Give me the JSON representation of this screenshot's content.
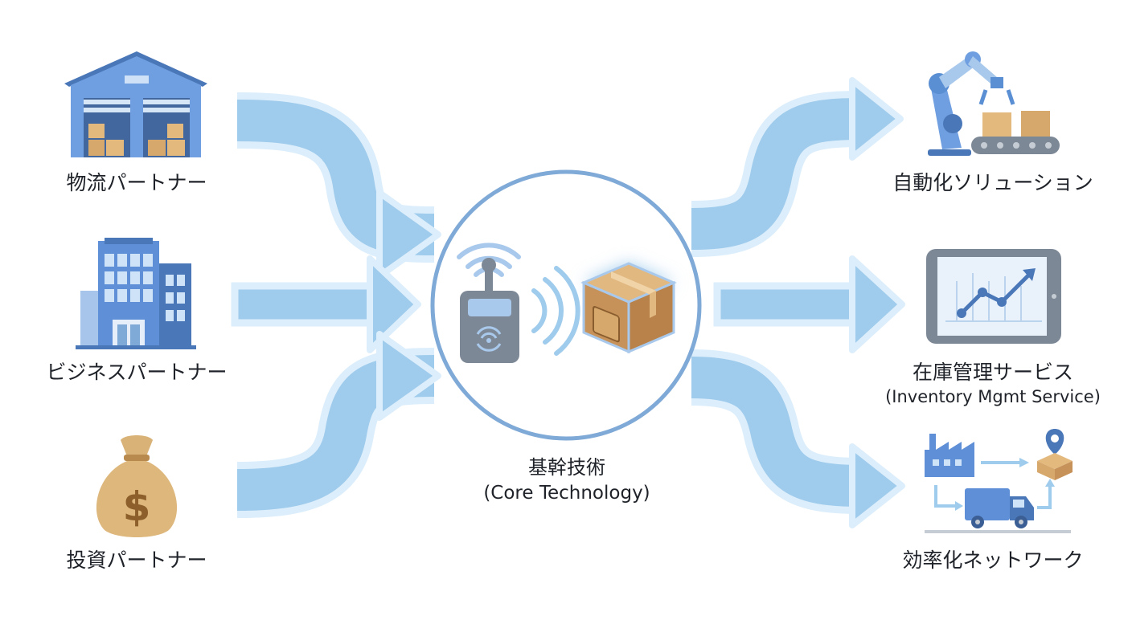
{
  "partners": {
    "logistics": "物流パートナー",
    "business": "ビジネスパートナー",
    "investment": "投資パートナー"
  },
  "core": {
    "title_ja": "基幹技術",
    "title_en": "(Core Technology)"
  },
  "outputs": {
    "automation": "自動化ソリューション",
    "inventory_ja": "在庫管理サービス",
    "inventory_en": "(Inventory Mgmt Service)",
    "network": "効率化ネットワーク"
  },
  "icons": {
    "money_symbol": "$"
  },
  "colors": {
    "arrow_fill": "#9fcbec",
    "arrow_edge": "#dceefb",
    "circle_stroke": "#7fa9d6",
    "icon_blue": "#5a8fd4",
    "icon_light": "#a9c9ec",
    "box": "#d7a86c",
    "gray": "#7d8896"
  }
}
